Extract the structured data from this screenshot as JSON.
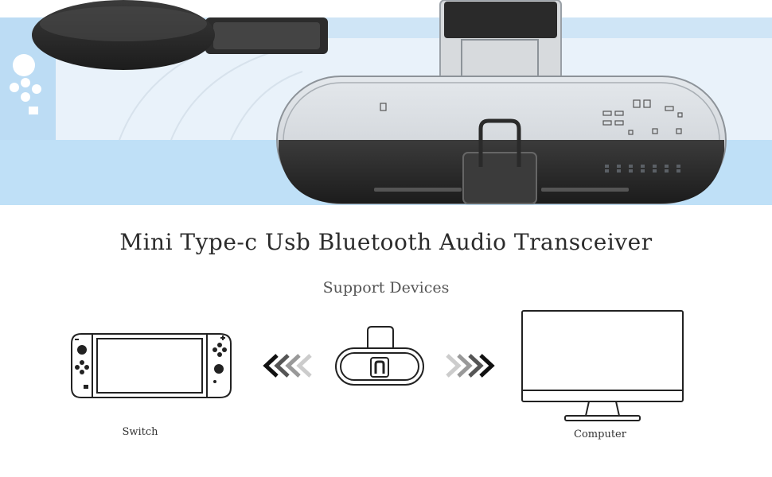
{
  "title": "Mini Type-c Usb Bluetooth Audio Transceiver",
  "subtitle": "Support Devices",
  "devices": [
    {
      "label": "Switch",
      "icon": "switch-console-icon"
    },
    {
      "label": "Computer",
      "icon": "computer-monitor-icon"
    }
  ],
  "center_icon": "bluetooth-adapter-icon",
  "colors": {
    "hero_background": "#cfe5f6",
    "adapter_dark": "#2e2e2e",
    "line_art": "#222222"
  }
}
